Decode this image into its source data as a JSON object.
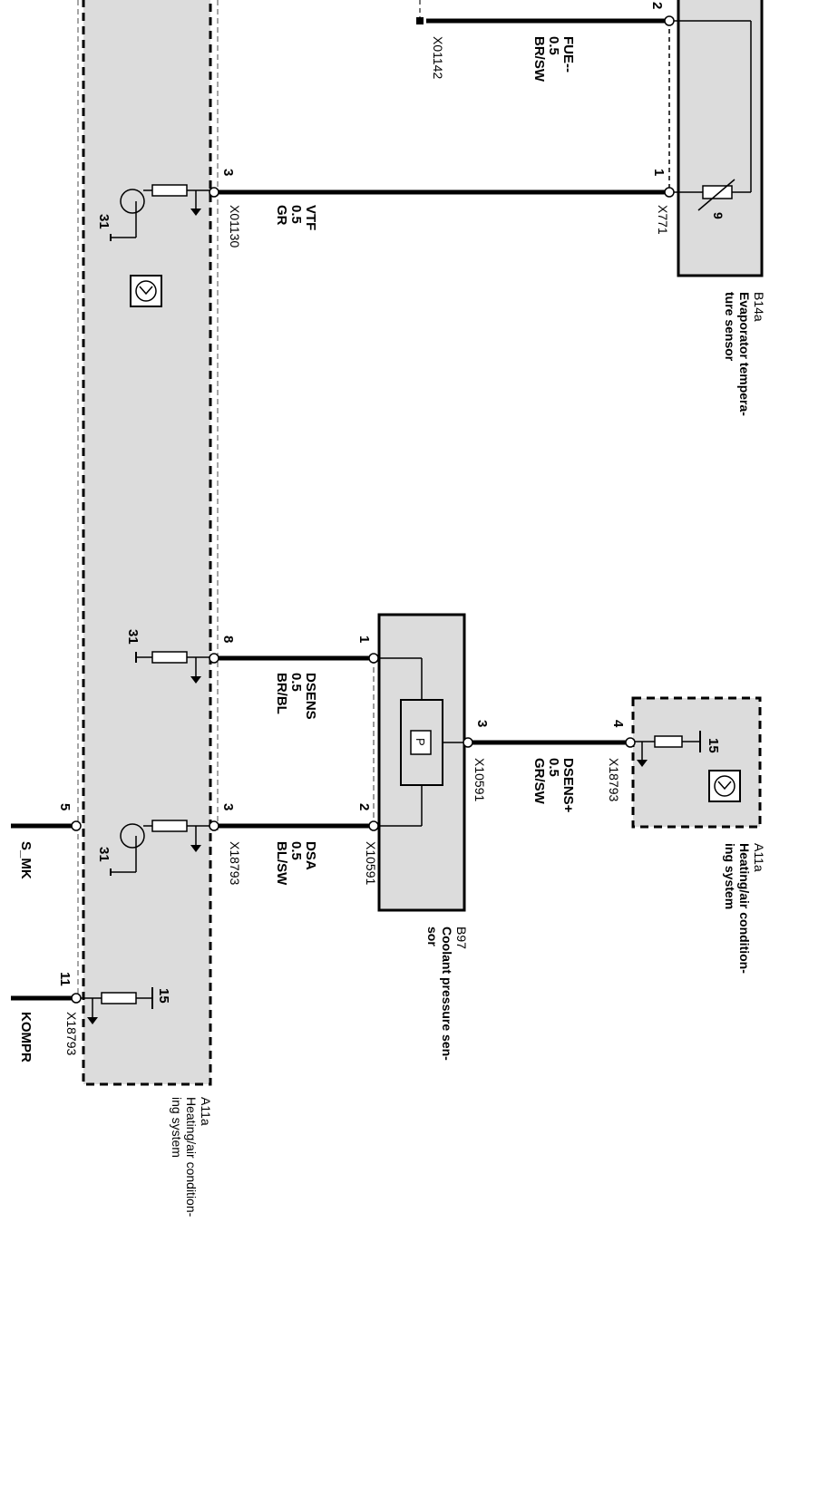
{
  "components": {
    "a11a_main": {
      "id": "A11a",
      "name_line1": "Heating/air condition-",
      "name_line2": "ing system"
    },
    "a11a_small": {
      "id": "A11a",
      "name_line1": "Heating/air condition-",
      "name_line2": "ing system"
    },
    "b97": {
      "id": "B97",
      "name_line1": "Coolant pressure sen-",
      "name_line2": "sor",
      "symbol": "P"
    },
    "b14a": {
      "id": "B14a",
      "name_line1": "Evaporator tempera-",
      "name_line2": "ture sensor",
      "symbol": "9"
    }
  },
  "wires": {
    "fue": {
      "signal": "FUE--",
      "gauge": "0.5",
      "color": "BR/SW",
      "connector": "X01142",
      "pin": "2"
    },
    "vtf": {
      "signal": "VTF",
      "gauge": "0.5",
      "color": "GR",
      "connector_a11a": "X01130",
      "pin_a11a": "3",
      "connector_sensor": "X771",
      "pin_sensor": "1"
    },
    "dsens": {
      "signal": "DSENS",
      "gauge": "0.5",
      "color": "BR/BL",
      "pin_a11a": "8",
      "pin_sensor": "1"
    },
    "dsensp": {
      "signal": "DSENS+",
      "gauge": "0.5",
      "color": "GR/SW",
      "connector_sensor": "X10591",
      "pin_sensor": "3",
      "connector_a11a": "X18793",
      "pin_a11a": "4"
    },
    "dsa": {
      "signal": "DSA",
      "gauge": "0.5",
      "color": "BL/SW",
      "connector_a11a": "X18793",
      "pin_a11a": "3",
      "connector_sensor": "X10591",
      "pin_sensor": "2"
    },
    "smk": {
      "signal": "S_MK",
      "pin": "5"
    },
    "kompr": {
      "signal": "KOMPR",
      "connector": "X18793",
      "pin": "11"
    }
  },
  "terminals": {
    "ground": "31",
    "supply": "15"
  }
}
